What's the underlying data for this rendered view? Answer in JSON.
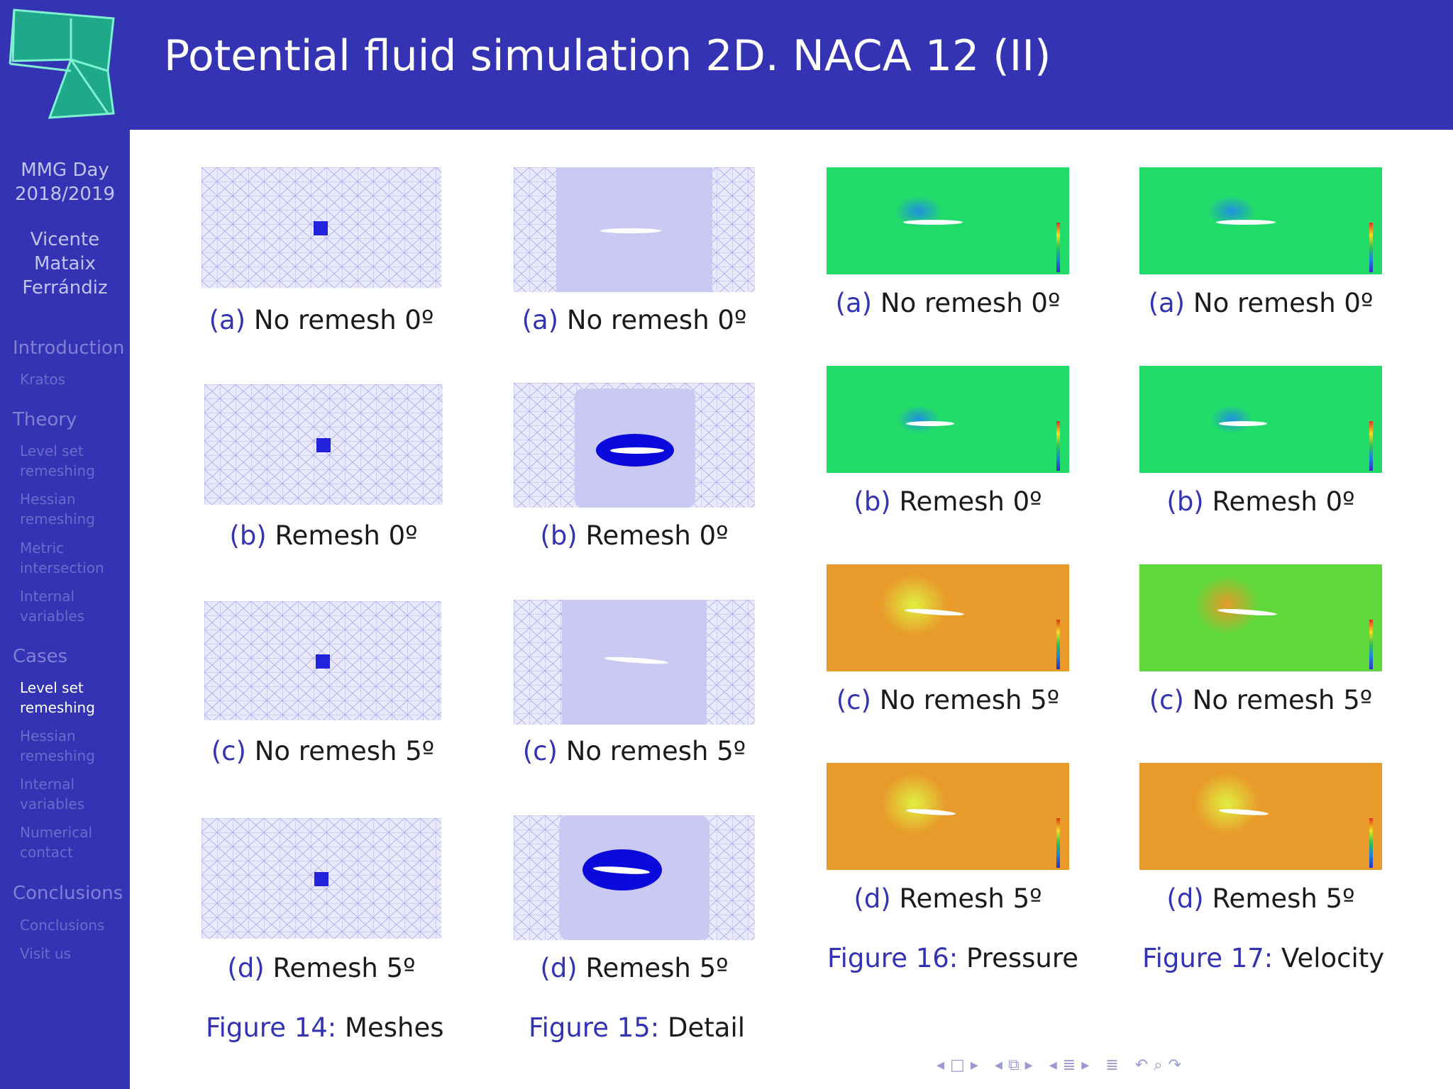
{
  "header": {
    "title": "Potential fluid simulation 2D. NACA 12 (II)"
  },
  "sidebar": {
    "event_lines": [
      "MMG Day",
      "2018/2019"
    ],
    "author_lines": [
      "Vicente",
      "Mataix",
      "Ferrándiz"
    ],
    "sections": [
      {
        "label": "Introduction",
        "items": [
          {
            "lines": [
              "Kratos"
            ]
          }
        ]
      },
      {
        "label": "Theory",
        "items": [
          {
            "lines": [
              "Level set",
              "remeshing"
            ]
          },
          {
            "lines": [
              "Hessian",
              "remeshing"
            ]
          },
          {
            "lines": [
              "Metric",
              "intersection"
            ]
          },
          {
            "lines": [
              "Internal",
              "variables"
            ]
          }
        ]
      },
      {
        "label": "Cases",
        "items": [
          {
            "lines": [
              "Level set",
              "remeshing"
            ]
          },
          {
            "lines": [
              "Hessian",
              "remeshing"
            ]
          },
          {
            "lines": [
              "Internal",
              "variables"
            ]
          },
          {
            "lines": [
              "Numerical",
              "contact"
            ]
          }
        ]
      },
      {
        "label": "Conclusions",
        "items": [
          {
            "lines": [
              "Conclusions"
            ]
          },
          {
            "lines": [
              "Visit us"
            ]
          }
        ]
      }
    ]
  },
  "figures": [
    {
      "caption_label": "Figure 14:",
      "caption_text": "Meshes",
      "subs": [
        {
          "label": "(a)",
          "text": "No remesh 0º"
        },
        {
          "label": "(b)",
          "text": "Remesh 0º"
        },
        {
          "label": "(c)",
          "text": "No remesh 5º"
        },
        {
          "label": "(d)",
          "text": "Remesh 5º"
        }
      ]
    },
    {
      "caption_label": "Figure 15:",
      "caption_text": "Detail",
      "subs": [
        {
          "label": "(a)",
          "text": "No remesh 0º"
        },
        {
          "label": "(b)",
          "text": "Remesh 0º"
        },
        {
          "label": "(c)",
          "text": "No remesh 5º"
        },
        {
          "label": "(d)",
          "text": "Remesh 5º"
        }
      ]
    },
    {
      "caption_label": "Figure 16:",
      "caption_text": "Pressure",
      "subs": [
        {
          "label": "(a)",
          "text": "No remesh 0º"
        },
        {
          "label": "(b)",
          "text": "Remesh 0º"
        },
        {
          "label": "(c)",
          "text": "No remesh 5º"
        },
        {
          "label": "(d)",
          "text": "Remesh 5º"
        }
      ]
    },
    {
      "caption_label": "Figure 17:",
      "caption_text": "Velocity",
      "subs": [
        {
          "label": "(a)",
          "text": "No remesh 0º"
        },
        {
          "label": "(b)",
          "text": "Remesh 0º"
        },
        {
          "label": "(c)",
          "text": "No remesh 5º"
        },
        {
          "label": "(d)",
          "text": "Remesh 5º"
        }
      ]
    }
  ],
  "colors": {
    "theme": "#3333b3",
    "mesh_line": "#6b6bdc",
    "field_green": "#22dc6a",
    "field_orange": "#e89a2a",
    "field_lime": "#5ed83a"
  },
  "nav_icons": [
    "prev-frame-icon",
    "frame-icon",
    "next-frame-icon",
    "prev-subsection-icon",
    "subsection-icon",
    "next-subsection-icon",
    "prev-section-icon",
    "section-icon",
    "next-section-icon",
    "toc-icon",
    "undo-icon",
    "search-icon",
    "redo-icon"
  ]
}
